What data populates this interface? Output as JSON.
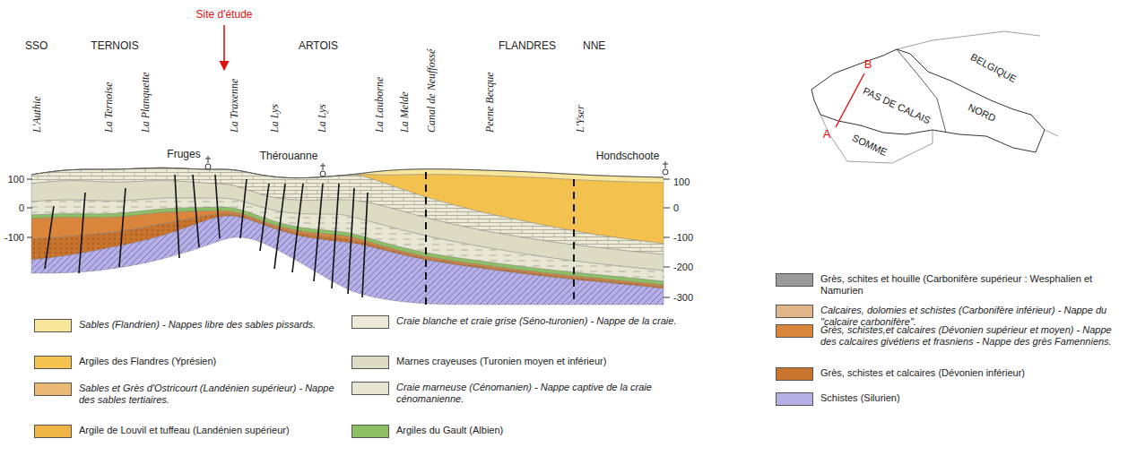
{
  "diagram": {
    "labels": [
      "Site d'étude",
      "SSO",
      "TERNOIS",
      "ARTOIS",
      "FLANDRES",
      "NNE",
      "L'Authie",
      "La Ternoise",
      "La Planquette",
      "La Traxenne",
      "La Lys",
      "La Lys",
      "La Lauborne",
      "La Melde",
      "Canal de Neuffossé",
      "Peene Becque",
      "L'Yser",
      "Fruges",
      "Thérouanne",
      "Hondschoote",
      "100",
      "0",
      "-100",
      "100",
      "0",
      "-100",
      "-200",
      "-300",
      "B",
      "BELGIQUE",
      "PAS DE CALAIS",
      "NORD",
      "A",
      "SOMME"
    ],
    "legend": [
      {
        "text": "Sables (Flandrien) - Nappes libre des sables pissards.",
        "color": "#f8e79a"
      },
      {
        "text": "Argiles des Flandres (Yprésien)",
        "color": "#f2c14e"
      },
      {
        "text": "Sables et Grès d'Ostricourt (Landénien supérieur) - Nappe des sables tertiaires.",
        "color": "#e9b872"
      },
      {
        "text": "Argile de Louvil et tuffeau (Landénien supérieur)",
        "color": "#eeb545"
      },
      {
        "text": "Craie blanche et craie grise (Séno-turonien) - Nappe de la craie.",
        "color": "#ece9d6"
      },
      {
        "text": "Marnes crayeuses (Turonien moyen et inférieur)",
        "color": "#dcdcc4"
      },
      {
        "text": "Craie marneuse (Cénomanien) - Nappe captive de la craie cénomanienne.",
        "color": "#e6e6d2"
      },
      {
        "text": "Argiles du Gault (Albien)",
        "color": "#8cc063"
      },
      {
        "text": "Grès, schites et houille (Carbonifère supérieur : Wesphalien et Namurien",
        "color": "#9a9a9a"
      },
      {
        "text": "Calcaires, dolomies et schistes (Carbonifère inférieur) - Nappe du \"calcaire carbonifère\".",
        "color": "#e2b48a"
      },
      {
        "text": "Grès, schistes,et calcaires (Dévonien supérieur et moyen) - Nappe des calcaires givétiens et frasniens - Nappe des grès Famenniens.",
        "color": "#d9853b"
      },
      {
        "text": "Grès, schistes et calcaires (Dévonien inférieur)",
        "color": "#c9742e"
      },
      {
        "text": "Schistes (Silurien)",
        "color": "#b7b0e6"
      }
    ]
  }
}
